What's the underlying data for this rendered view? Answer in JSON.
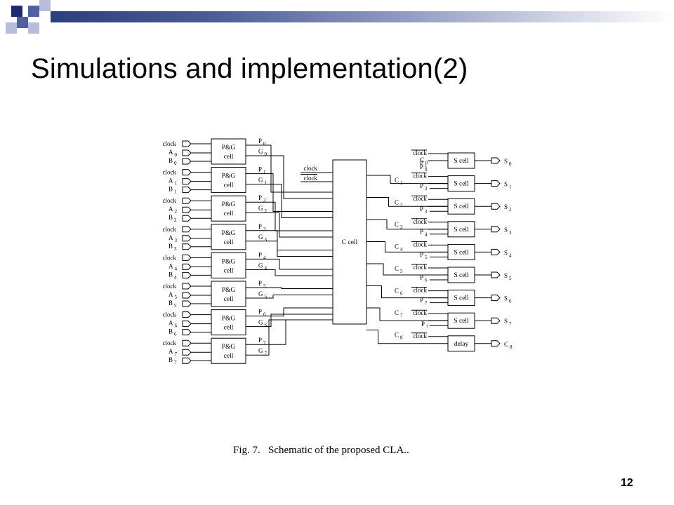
{
  "slide": {
    "title": "Simulations and implementation(2)",
    "page_number": "12",
    "colors": {
      "dark_blue": "#1f2a6e",
      "mid_blue": "#5160a0",
      "light_blue": "#b7bddb"
    }
  },
  "figure": {
    "caption": "Fig. 7.   Schematic of the proposed CLA..",
    "pg_cell_label_top": "P&G",
    "pg_cell_label_bottom": "cell",
    "c_cell_label": "C cell",
    "s_cell_label": "S cell",
    "delay_label": "delay",
    "clock_label": "clock",
    "inputs": [
      {
        "a": "A",
        "a_sub": "0",
        "b": "B",
        "b_sub": "0"
      },
      {
        "a": "A",
        "a_sub": "1",
        "b": "B",
        "b_sub": "1"
      },
      {
        "a": "A",
        "a_sub": "2",
        "b": "B",
        "b_sub": "2"
      },
      {
        "a": "A",
        "a_sub": "3",
        "b": "B",
        "b_sub": "3"
      },
      {
        "a": "A",
        "a_sub": "4",
        "b": "B",
        "b_sub": "4"
      },
      {
        "a": "A",
        "a_sub": "5",
        "b": "B",
        "b_sub": "5"
      },
      {
        "a": "A",
        "a_sub": "6",
        "b": "B",
        "b_sub": "6"
      },
      {
        "a": "A",
        "a_sub": "7",
        "b": "B",
        "b_sub": "7"
      }
    ],
    "pg_outputs": [
      {
        "p": "P",
        "p_sub": "0",
        "g": "G",
        "g_sub": "0"
      },
      {
        "p": "P",
        "p_sub": "1",
        "g": "G",
        "g_sub": "1"
      },
      {
        "p": "P",
        "p_sub": "2",
        "g": "G",
        "g_sub": "2"
      },
      {
        "p": "P",
        "p_sub": "3",
        "g": "G",
        "g_sub": "3"
      },
      {
        "p": "P",
        "p_sub": "4",
        "g": "G",
        "g_sub": "4"
      },
      {
        "p": "P",
        "p_sub": "5",
        "g": "G",
        "g_sub": "5"
      },
      {
        "p": "P",
        "p_sub": "6",
        "g": "G",
        "g_sub": "6"
      },
      {
        "p": "P",
        "p_sub": "7",
        "g": "G",
        "g_sub": "7"
      }
    ],
    "carries": [
      {
        "c": "C",
        "c_sub": "1"
      },
      {
        "c": "C",
        "c_sub": "2"
      },
      {
        "c": "C",
        "c_sub": "3"
      },
      {
        "c": "C",
        "c_sub": "4"
      },
      {
        "c": "C",
        "c_sub": "5"
      },
      {
        "c": "C",
        "c_sub": "6"
      },
      {
        "c": "C",
        "c_sub": "7"
      },
      {
        "c": "C",
        "c_sub": "8"
      }
    ],
    "c0_label": {
      "c": "C",
      "c_sub": "0"
    },
    "sums": [
      {
        "s": "S",
        "s_sub": "0"
      },
      {
        "s": "S",
        "s_sub": "1"
      },
      {
        "s": "S",
        "s_sub": "2"
      },
      {
        "s": "S",
        "s_sub": "3"
      },
      {
        "s": "S",
        "s_sub": "4"
      },
      {
        "s": "S",
        "s_sub": "5"
      },
      {
        "s": "S",
        "s_sub": "6"
      },
      {
        "s": "S",
        "s_sub": "7"
      }
    ],
    "c8_output": {
      "c": "C",
      "c_sub": "8"
    }
  }
}
